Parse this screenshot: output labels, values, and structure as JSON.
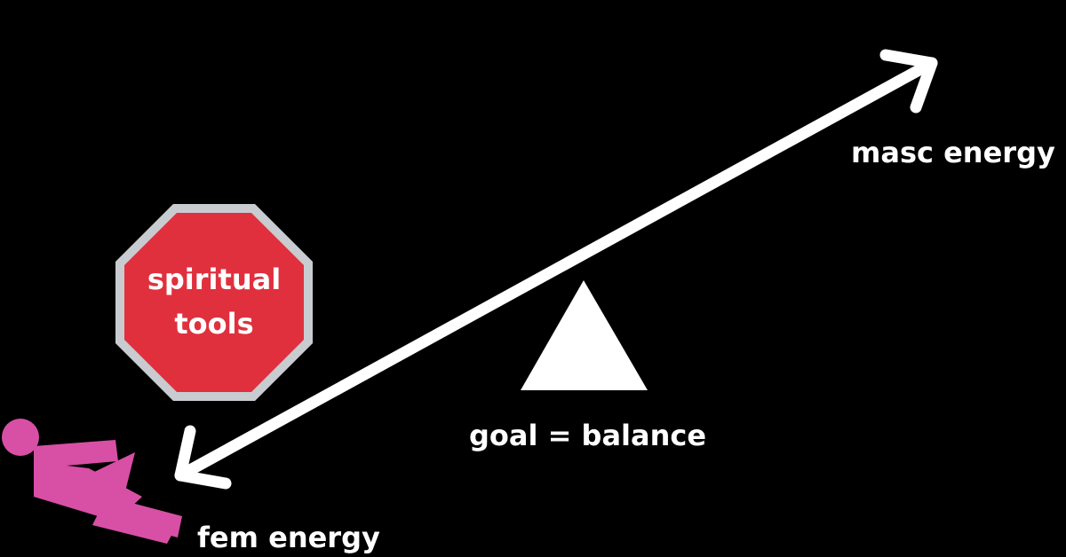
{
  "labels": {
    "masc": "masc energy",
    "fem": "fem energy",
    "goal": "goal = balance"
  },
  "stop_sign": {
    "line1": "spiritual",
    "line2": "tools"
  },
  "icons": {
    "person": "person-icon",
    "stop_sign": "stop-sign-icon",
    "fulcrum": "triangle-icon",
    "arrow": "double-arrow-icon"
  },
  "colors": {
    "background": "#000000",
    "foreground": "#ffffff",
    "stop_fill": "#e0303e",
    "stop_border": "#c8ccd0",
    "person": "#d84fa6"
  }
}
